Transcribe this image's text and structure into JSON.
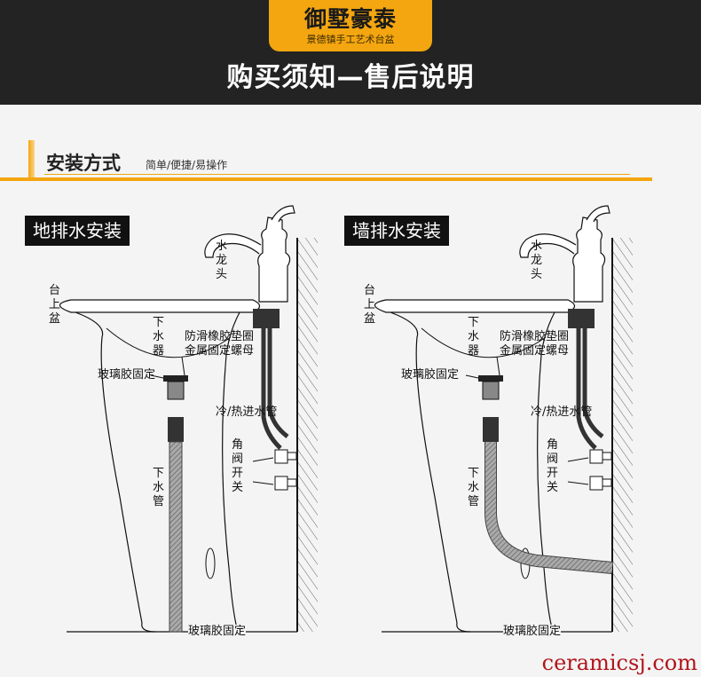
{
  "header": {
    "brand": "御墅豪泰",
    "brand_sub": "景德镇手工艺术台盆",
    "title": "购买须知—售后说明"
  },
  "section": {
    "title": "安装方式",
    "subtitle": "简单/便捷/易操作"
  },
  "panels": [
    {
      "title": "地排水安装",
      "faucet": "水龙头",
      "basin": "台上盆",
      "drain": "下水器",
      "gasket": "防滑橡胶垫圈",
      "nut": "金属固定螺母",
      "glue_top": "玻璃胶固定",
      "inlet": "冷/热进水管",
      "valve": "角阀开关",
      "pipe": "下水管",
      "glue_bottom": "玻璃胶固定"
    },
    {
      "title": "墙排水安装",
      "faucet": "水龙头",
      "basin": "台上盆",
      "drain": "下水器",
      "gasket": "防滑橡胶垫圈",
      "nut": "金属固定螺母",
      "glue_top": "玻璃胶固定",
      "inlet": "冷/热进水管",
      "valve": "角阀开关",
      "pipe": "下水管",
      "glue_bottom": "玻璃胶固定"
    }
  ],
  "watermark": "ceramicsj.com"
}
